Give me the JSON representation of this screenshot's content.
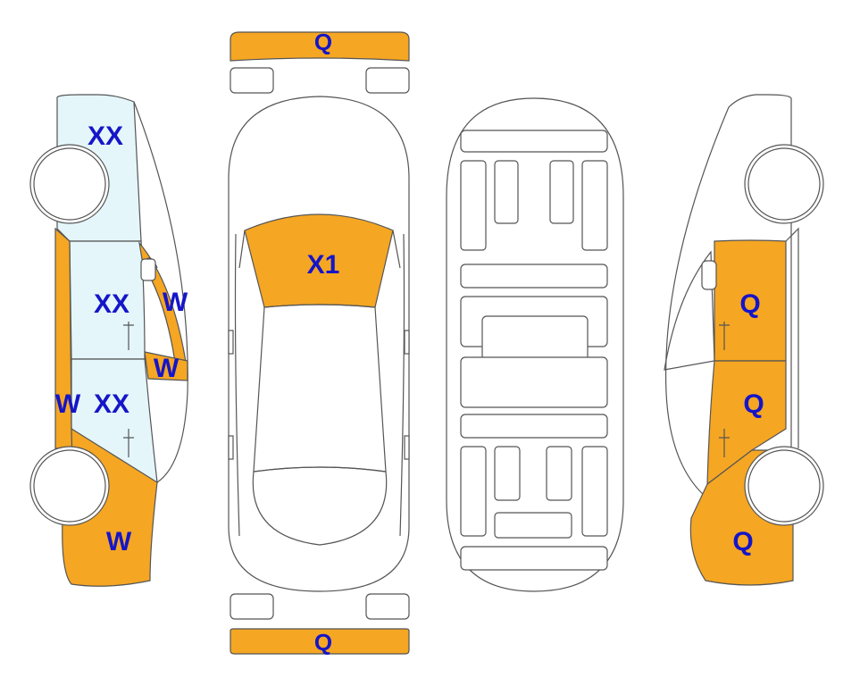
{
  "colors": {
    "damage": "#f5a623",
    "glass": "#e4f6fa",
    "outline": "#555555",
    "label": "#1515c8"
  },
  "labels": {
    "front_bumper": "Q",
    "rear_bumper": "Q",
    "hood": "X1",
    "left_rear_quarter": "XX",
    "left_rear_door": "XX",
    "left_front_door": "XX",
    "left_window_rear": "W",
    "left_window_front": "W",
    "left_rocker": "W",
    "left_front_fender": "W",
    "right_rear_door": "Q",
    "right_front_door": "Q",
    "right_front_fender": "Q"
  }
}
